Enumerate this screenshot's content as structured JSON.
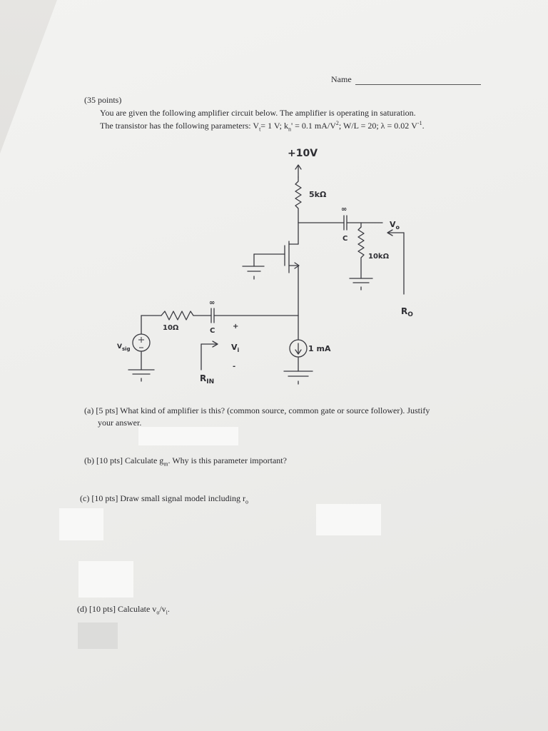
{
  "header": {
    "name_label": "Name"
  },
  "problem": {
    "points": "(35 points)",
    "line1": "You are given the following amplifier circuit below.  The amplifier is operating in saturation.",
    "params": {
      "prefix": "The transistor has the following parameters: V",
      "vt_sub": "t",
      "vt_val": "= 1 V; k",
      "kn_sub": "n",
      "kn_val": "' = 0.1 mA/V",
      "kn_sup": "2",
      "rest": "; W/L = 20; λ = 0.02 V",
      "lambda_sup": "-1",
      "end": "."
    }
  },
  "circuit": {
    "supply": "+10V",
    "rd": "5kΩ",
    "cap_inf_top": "∞",
    "cap_top": "C",
    "vo": "V",
    "vo_sub": "o",
    "rl": "10kΩ",
    "ro": "R",
    "ro_sub": "O",
    "cap_inf_bot": "∞",
    "cap_bot": "C",
    "rsig": "10Ω",
    "plus": "+",
    "minus": "-",
    "vi": "V",
    "vi_sub": "i",
    "vsig": "V",
    "vsig_sub": "sig",
    "isrc": "1 mA",
    "rin": "R",
    "rin_sub": "IN"
  },
  "questions": {
    "a_line1": "(a)  [5 pts]  What kind of amplifier is this? (common source, common gate or source follower).  Justify",
    "a_line2": "your answer.",
    "b_pre": "(b)  [10 pts]  Calculate g",
    "b_sub": "m",
    "b_post": ".  Why is this parameter important?",
    "c_pre": "(c)   [10 pts]  Draw small signal model including r",
    "c_sub": "o",
    "d_pre": "(d)  [10 pts]  Calculate v",
    "d_sub1": "o",
    "d_mid": "/v",
    "d_sub2": "i",
    "d_end": "."
  }
}
